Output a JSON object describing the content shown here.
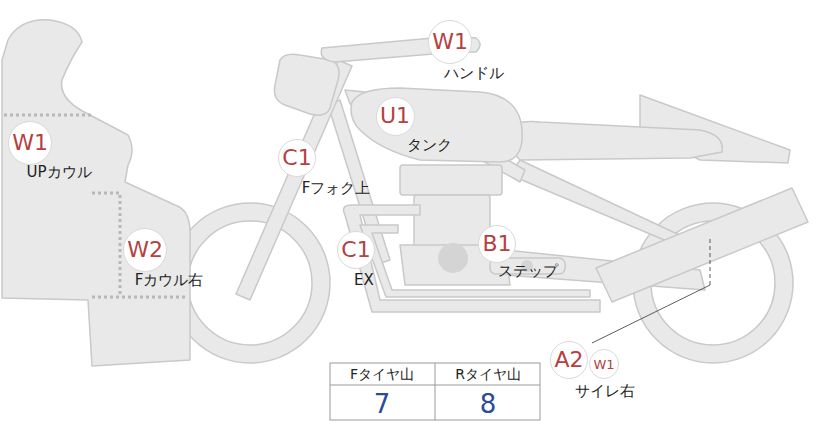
{
  "diagram": {
    "nodes": [
      {
        "text": [
          "W1",
          "ハンドル"
        ]
      },
      {
        "text": [
          "U1",
          "タンク"
        ]
      },
      {
        "text": [
          "W1",
          "UPカウル"
        ]
      },
      {
        "text": [
          "C1",
          "Fフォク上"
        ]
      },
      {
        "text": [
          "W2",
          "Fカウル右"
        ]
      },
      {
        "text": [
          "C1",
          "EX"
        ]
      },
      {
        "text": [
          "B1",
          "ステップ"
        ]
      },
      {
        "text": [
          "A2",
          "サイレ右"
        ]
      },
      {
        "text": [
          "W1"
        ]
      }
    ],
    "labels": [
      "Fタイヤ山",
      "Rタイヤ山",
      "7",
      "8"
    ]
  }
}
